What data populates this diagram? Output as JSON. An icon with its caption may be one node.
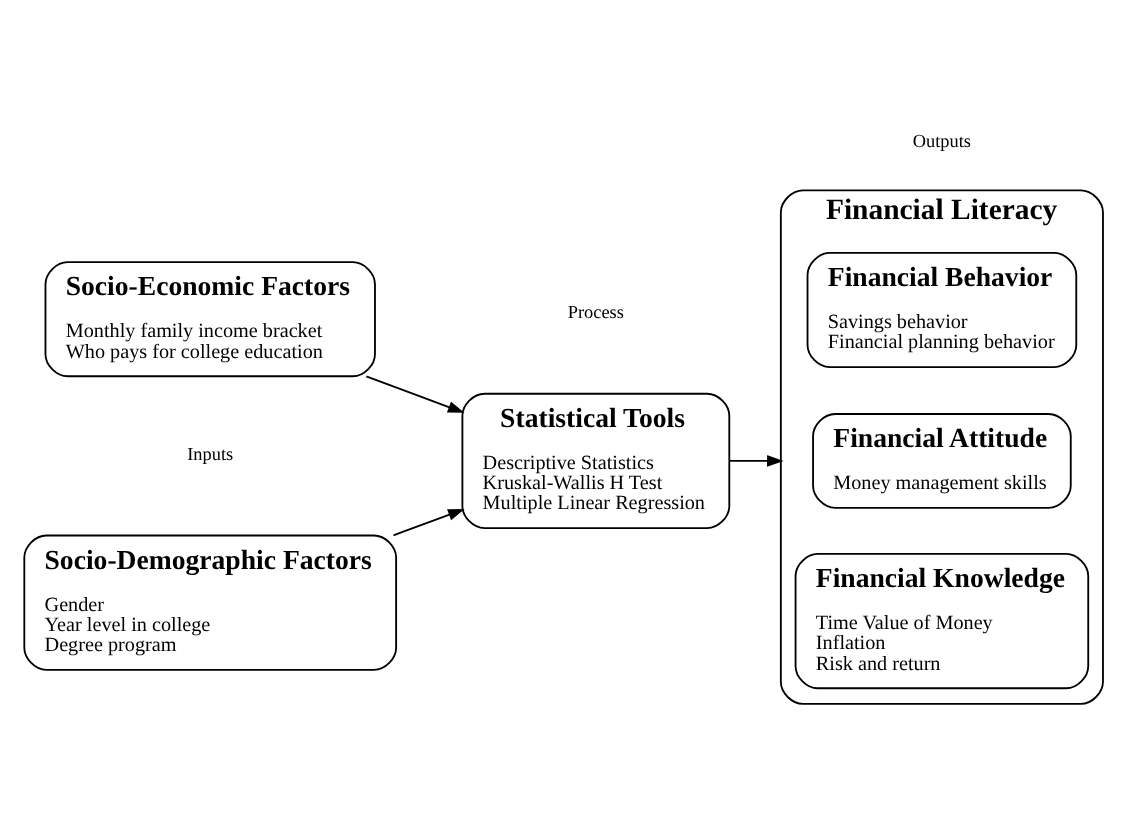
{
  "diagram": {
    "nodes": [
      {
        "text": [
          "Socio-Demographic Factors",
          "Gender",
          "Year level in college",
          "Degree program"
        ]
      },
      {
        "text": [
          "Socio-Economic Factors",
          "Monthly family income bracket",
          "Who pays for college education"
        ]
      },
      {
        "text": [
          "Statistical Tools",
          "Descriptive Statistics",
          "Kruskal-Wallis H Test",
          "Multiple Linear Regression"
        ]
      },
      {
        "text": [
          "Financial Literacy"
        ]
      },
      {
        "text": [
          "Financial Knowledge",
          "Time Value of Money",
          "Inflation",
          "Risk and return"
        ],
        "in": 3
      },
      {
        "text": [
          "Financial Attitude",
          "Money management skills"
        ],
        "in": 3
      },
      {
        "text": [
          "Financial Behavior",
          "Savings behavior",
          "Financial planning behavior"
        ],
        "in": 3
      }
    ],
    "edges": [
      {
        "from": 0,
        "to": 2,
        "arrow": "to"
      },
      {
        "from": 1,
        "to": 2,
        "arrow": "to"
      },
      {
        "from": 2,
        "to": 3,
        "arrow": "to"
      }
    ],
    "labels": [
      "Inputs",
      "Process",
      "Outputs"
    ]
  }
}
